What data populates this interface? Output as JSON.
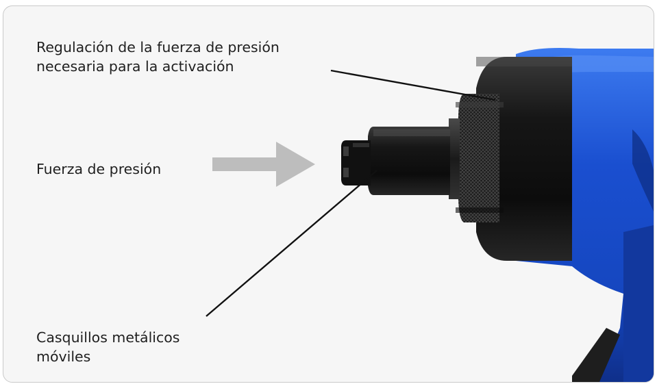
{
  "labels": {
    "regulacion_line1": "Regulación de la fuerza de presión",
    "regulacion_line2": "necesaria para la activación",
    "fuerza": "Fuerza de presión",
    "casquillos_line1": "Casquillos metálicos",
    "casquillos_line2": "móviles"
  },
  "colors": {
    "tool_blue": "#1a4fd0",
    "tool_blue_dark": "#0f2f8a",
    "metal_black": "#141414",
    "arrow_gray": "#bdbdbd",
    "background": "#f6f6f6"
  },
  "icons": {
    "arrow": "right-arrow-icon"
  }
}
